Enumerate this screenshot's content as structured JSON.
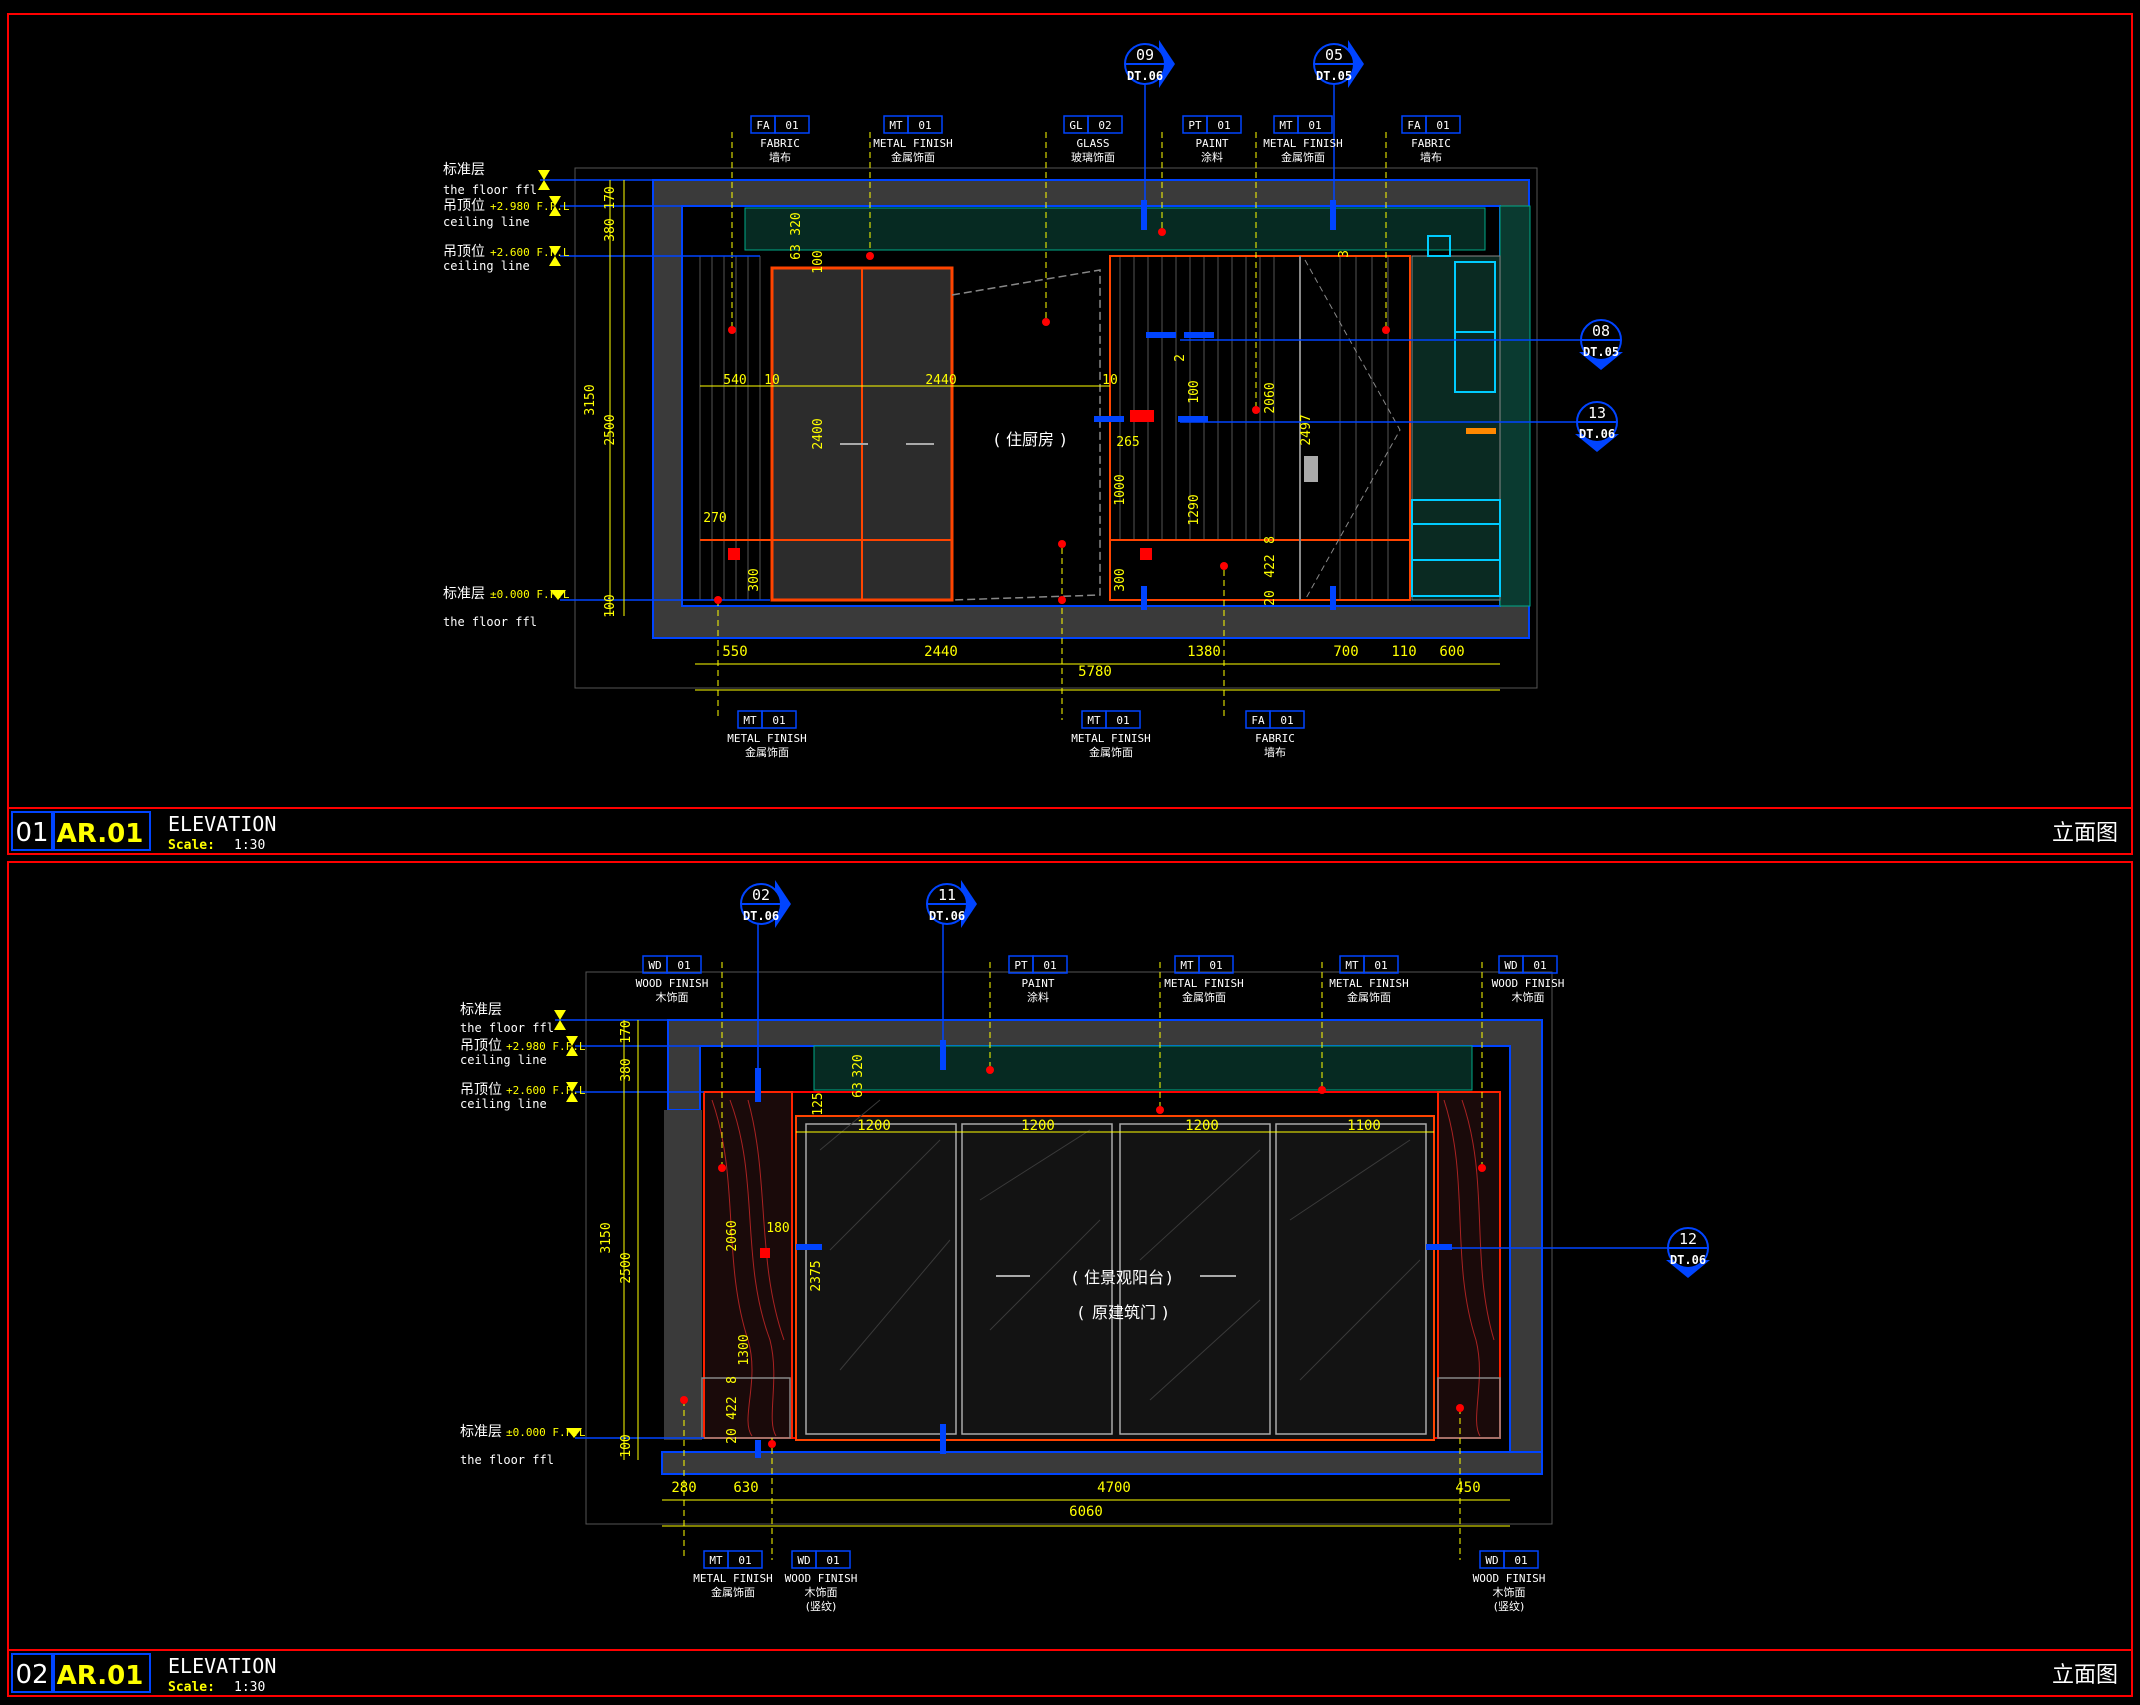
{
  "panels": [
    {
      "id": "01",
      "sheet": "AR.01",
      "title": "ELEVATION",
      "scale_label": "Scale:",
      "scale_value": "1:30",
      "cn_title": "立面图",
      "levels": [
        {
          "cn": "标准层",
          "en": "the floor ffl",
          "value": ""
        },
        {
          "cn": "吊顶位",
          "en": "ceiling line",
          "value": "+2.980 F.F.L"
        },
        {
          "cn": "吊顶位",
          "en": "ceiling line",
          "value": "+2.600 F.F.L"
        },
        {
          "cn": "标准层",
          "en": "the floor ffl",
          "value": "±0.000 F.F.L"
        }
      ],
      "tags_top": [
        {
          "code": "FA",
          "num": "01",
          "en": "FABRIC",
          "cn": "墙布"
        },
        {
          "code": "MT",
          "num": "01",
          "en": "METAL FINISH",
          "cn": "金属饰面"
        },
        {
          "code": "GL",
          "num": "02",
          "en": "GLASS",
          "cn": "玻璃饰面"
        },
        {
          "code": "PT",
          "num": "01",
          "en": "PAINT",
          "cn": "涂料"
        },
        {
          "code": "MT",
          "num": "01",
          "en": "METAL FINISH",
          "cn": "金属饰面"
        },
        {
          "code": "FA",
          "num": "01",
          "en": "FABRIC",
          "cn": "墙布"
        }
      ],
      "tags_bottom": [
        {
          "code": "MT",
          "num": "01",
          "en": "METAL FINISH",
          "cn": "金属饰面"
        },
        {
          "code": "MT",
          "num": "01",
          "en": "METAL FINISH",
          "cn": "金属饰面"
        },
        {
          "code": "FA",
          "num": "01",
          "en": "FABRIC",
          "cn": "墙布"
        }
      ],
      "detail_markers": [
        {
          "num": "09",
          "ref": "DT.06"
        },
        {
          "num": "05",
          "ref": "DT.05"
        },
        {
          "num": "08",
          "ref": "DT.05"
        },
        {
          "num": "13",
          "ref": "DT.06"
        }
      ],
      "room_label": "住厨房",
      "dims_bottom": [
        "550",
        "2440",
        "1380",
        "700",
        "110",
        "600"
      ],
      "dim_total": "5780",
      "dims_left": [
        "170",
        "380",
        "3150",
        "2500",
        "100"
      ],
      "dims_inner": [
        "320",
        "63",
        "100",
        "540",
        "10",
        "2440",
        "10",
        "2400",
        "270",
        "300",
        "265",
        "1000",
        "100",
        "1290",
        "300",
        "2",
        "2060",
        "2497",
        "422",
        "20",
        "8",
        "3"
      ]
    },
    {
      "id": "02",
      "sheet": "AR.01",
      "title": "ELEVATION",
      "scale_label": "Scale:",
      "scale_value": "1:30",
      "cn_title": "立面图",
      "levels": [
        {
          "cn": "标准层",
          "en": "the floor ffl",
          "value": ""
        },
        {
          "cn": "吊顶位",
          "en": "ceiling line",
          "value": "+2.980 F.F.L"
        },
        {
          "cn": "吊顶位",
          "en": "ceiling line",
          "value": "+2.600 F.F.L"
        },
        {
          "cn": "标准层",
          "en": "the floor ffl",
          "value": "±0.000 F.F.L"
        }
      ],
      "tags_top": [
        {
          "code": "WD",
          "num": "01",
          "en": "WOOD FINISH",
          "cn": "木饰面"
        },
        {
          "code": "PT",
          "num": "01",
          "en": "PAINT",
          "cn": "涂料"
        },
        {
          "code": "MT",
          "num": "01",
          "en": "METAL FINISH",
          "cn": "金属饰面"
        },
        {
          "code": "MT",
          "num": "01",
          "en": "METAL FINISH",
          "cn": "金属饰面"
        },
        {
          "code": "WD",
          "num": "01",
          "en": "WOOD FINISH",
          "cn": "木饰面"
        }
      ],
      "tags_bottom": [
        {
          "code": "MT",
          "num": "01",
          "en": "METAL FINISH",
          "cn": "金属饰面",
          "note": ""
        },
        {
          "code": "WD",
          "num": "01",
          "en": "WOOD FINISH",
          "cn": "木饰面",
          "note": "(竖纹)"
        },
        {
          "code": "WD",
          "num": "01",
          "en": "WOOD FINISH",
          "cn": "木饰面",
          "note": "(竖纹)"
        }
      ],
      "detail_markers": [
        {
          "num": "02",
          "ref": "DT.06"
        },
        {
          "num": "11",
          "ref": "DT.06"
        },
        {
          "num": "12",
          "ref": "DT.06"
        }
      ],
      "room_label": "住景观阳台",
      "room_label_2": "原建筑门",
      "dims_bottom": [
        "280",
        "630",
        "4700",
        "450"
      ],
      "dim_total": "6060",
      "dims_door": [
        "1200",
        "1200",
        "1200",
        "1100"
      ],
      "dims_left": [
        "170",
        "380",
        "3150",
        "2500",
        "100"
      ],
      "dims_inner": [
        "320",
        "63",
        "125",
        "2060",
        "180",
        "2375",
        "1300",
        "8",
        "422",
        "20"
      ]
    }
  ],
  "colors": {
    "background": "#000000",
    "frame": "#ff0000",
    "text": "#ffffff",
    "level": "#ffff00",
    "dim": "#ffff00",
    "blue": "#0022ff",
    "cyan": "#00ffff",
    "red": "#ff0000",
    "orange": "#ff8800",
    "gray": "#3a3a3a"
  }
}
